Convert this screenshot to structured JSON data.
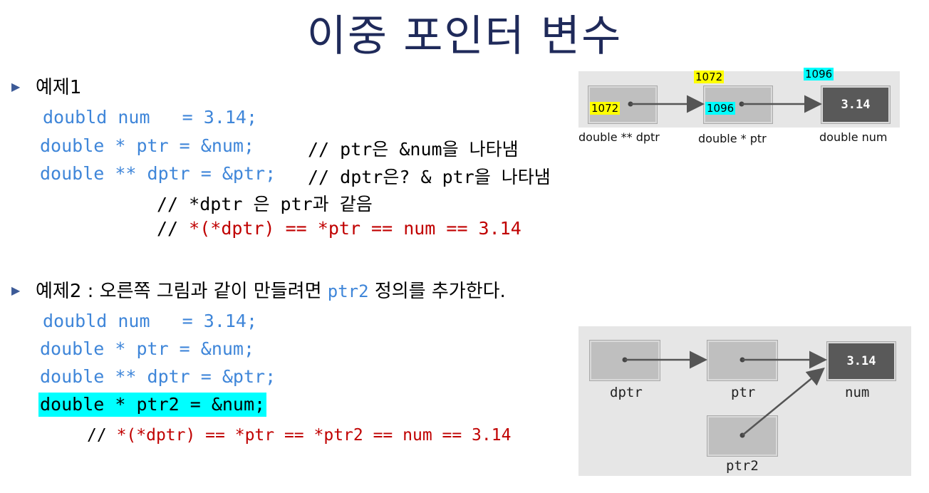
{
  "title": "이중 포인터 변수",
  "bullet_glyph": "▶",
  "example1": {
    "heading": "예제1",
    "lines": [
      "doubld num   = 3.14;",
      "double * ptr = &num;",
      "double ** dptr = &ptr;"
    ],
    "comment1": "// ptr은 &num을 나타냄",
    "comment2": "// dptr은? & ptr을 나타냄",
    "comment3": "// *dptr 은 ptr과 같음",
    "comment4_prefix": "//",
    "comment4_expr": "*(*dptr) == *ptr == num == 3.14"
  },
  "example2": {
    "heading_prefix": "예제2 : 오른쪽 그림과 같이 만들려면 ",
    "heading_code": "ptr2",
    "heading_suffix": " 정의를 추가한다.",
    "lines": [
      "doubld num   = 3.14;",
      "double * ptr = &num;",
      "double ** dptr = &ptr;"
    ],
    "highlight_line": "double * ptr2 = &num;",
    "comment_prefix": "//",
    "comment_expr": "*(*dptr) == *ptr == *ptr2 == num == 3.14"
  },
  "figure1": {
    "value": "3.14",
    "labels": [
      "double ** dptr",
      "double * ptr",
      "double num"
    ],
    "addr_ptr": "1072",
    "addr_num": "1096",
    "dptr_content": "1072",
    "ptr_content": "1096"
  },
  "figure2": {
    "value": "3.14",
    "labels": [
      "dptr",
      "ptr",
      "num",
      "ptr2"
    ]
  },
  "colors": {
    "title": "#1f2a5a",
    "code_blue": "#3f86d9",
    "code_red": "#c00000",
    "highlight_cyan": "#00ffff",
    "tag_yellow": "#ffff00"
  }
}
